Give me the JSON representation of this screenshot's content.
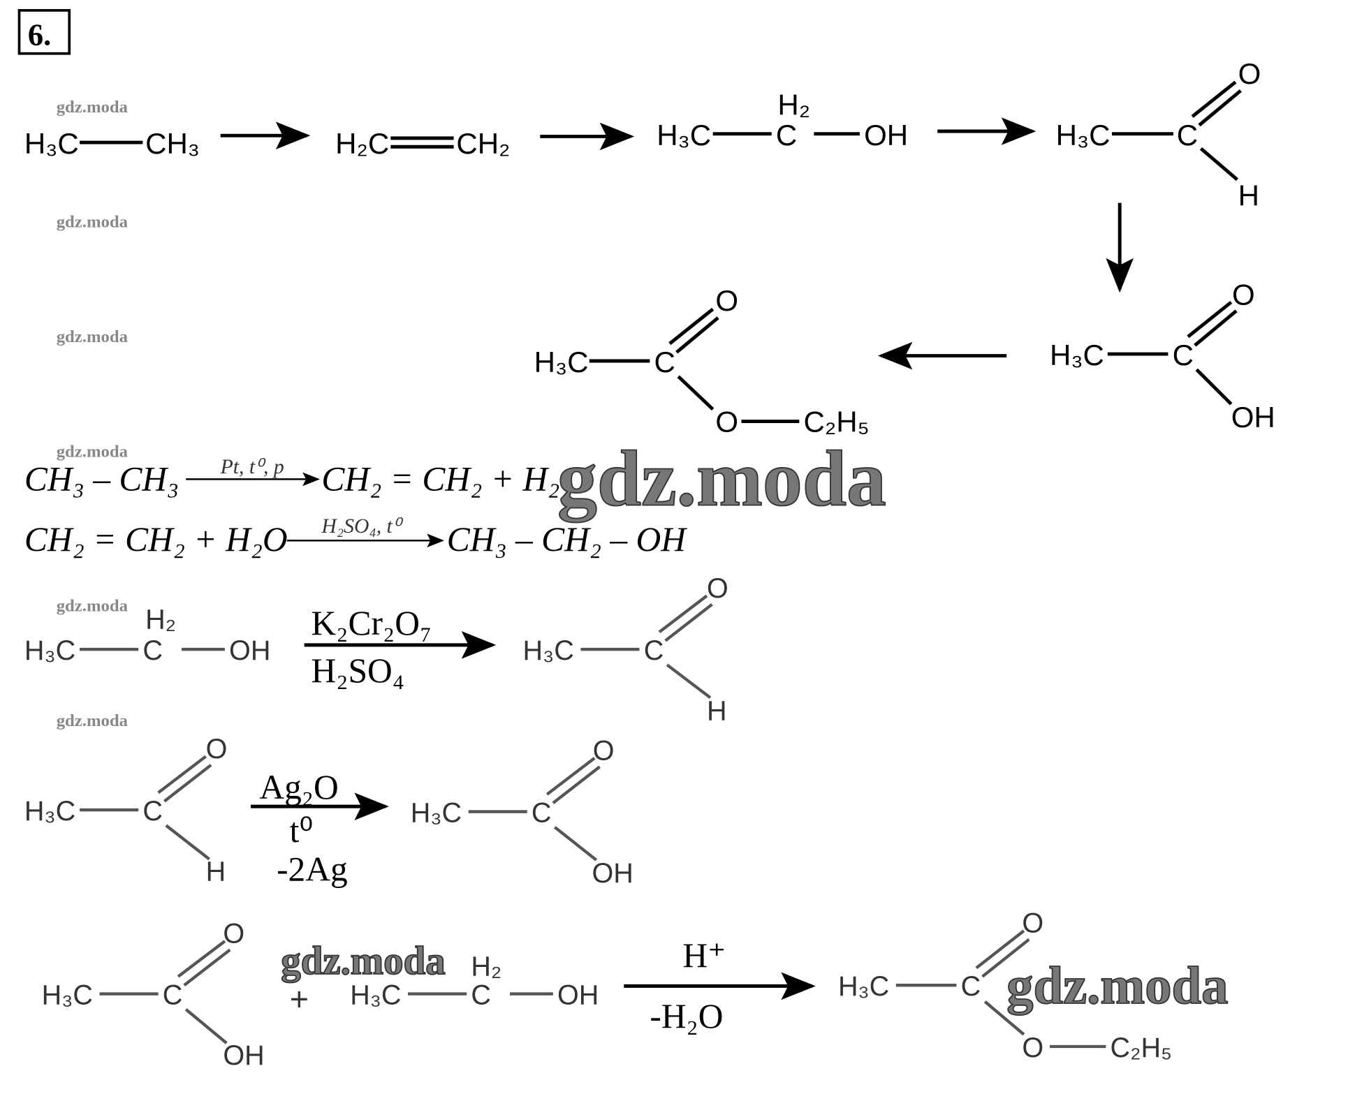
{
  "task_number": "6.",
  "watermark": "gdz.moda",
  "chain": {
    "ethane": {
      "left": "H₃C",
      "right": "CH₃"
    },
    "ethylene": {
      "left": "H₂C",
      "right": "CH₂"
    },
    "ethanol": {
      "left": "H₃C",
      "c": "C",
      "h2": "H₂",
      "oh": "OH"
    },
    "acetaldehyde": {
      "left": "H₃C",
      "c": "C",
      "o": "O",
      "h": "H"
    },
    "acetic_acid": {
      "left": "H₃C",
      "c": "C",
      "o": "O",
      "oh": "OH"
    },
    "ester": {
      "left": "H₃C",
      "c": "C",
      "o": "O",
      "o2": "O",
      "r": "C₂H₅"
    }
  },
  "eq1": {
    "left": "CH₃ – CH₃",
    "cond": "Pt, t⁰, p",
    "right": "CH₂ = CH₂ + H₂"
  },
  "eq2": {
    "left": "CH₂ = CH₂ + H₂O",
    "cond": "H₂SO₄, t⁰",
    "right": "CH₃ – CH₂ – OH"
  },
  "eq3": {
    "reagent_top": "K₂Cr₂O₇",
    "reagent_bottom": "H₂SO₄"
  },
  "eq4": {
    "reagent_top": "Ag₂O",
    "reagent_mid": "t⁰",
    "reagent_bottom": "-2Ag"
  },
  "eq5": {
    "plus": "+",
    "reagent_top": "H⁺",
    "reagent_bottom": "-H₂O"
  }
}
